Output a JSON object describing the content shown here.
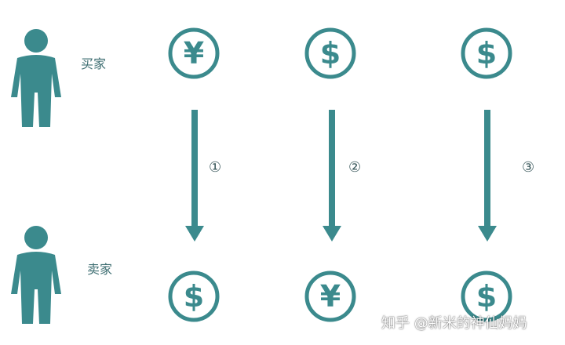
{
  "colors": {
    "accent": "#3b8a8d",
    "label": "#3f6f73"
  },
  "rows": {
    "buyer": {
      "label": "买家",
      "icon": "person-icon"
    },
    "seller": {
      "label": "卖家",
      "icon": "person-icon"
    }
  },
  "steps": [
    {
      "label": "①",
      "buyer_coin": {
        "symbol": "¥",
        "icon": "yuan-coin-icon"
      },
      "seller_coin": {
        "symbol": "$",
        "icon": "dollar-coin-icon"
      }
    },
    {
      "label": "②",
      "buyer_coin": {
        "symbol": "$",
        "icon": "dollar-coin-icon"
      },
      "seller_coin": {
        "symbol": "¥",
        "icon": "yuan-coin-icon"
      }
    },
    {
      "label": "③",
      "buyer_coin": {
        "symbol": "$",
        "icon": "dollar-coin-icon"
      },
      "seller_coin": {
        "symbol": "$",
        "icon": "dollar-coin-icon"
      }
    }
  ],
  "watermark": "知乎 @新米的神仙妈妈"
}
